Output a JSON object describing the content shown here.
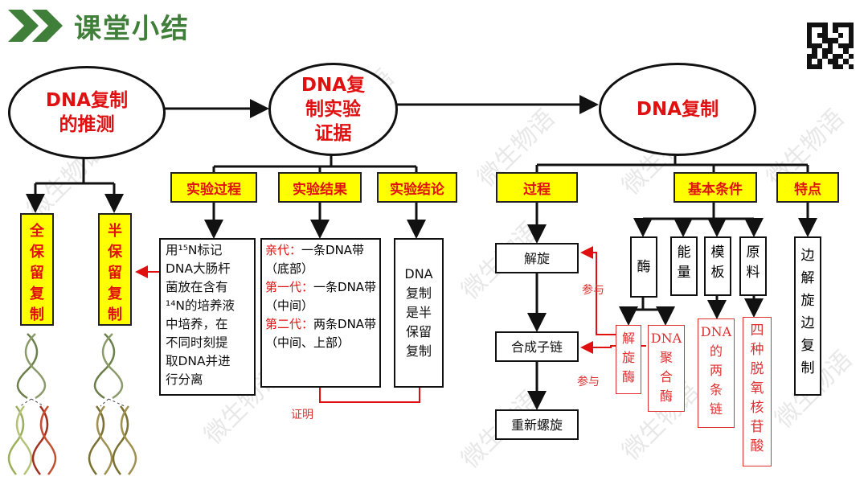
{
  "header": {
    "title": "课堂小结"
  },
  "watermark": "微生物语",
  "ellipses": {
    "speculation": "DNA复制\n的推测",
    "evidence": "DNA复\n制实验\n证据",
    "replication": "DNA复制"
  },
  "speculation": {
    "full": "全\n保\n留\n复\n制",
    "semi": "半\n保\n留\n复\n制"
  },
  "experiment": {
    "process_label": "实验过程",
    "result_label": "实验结果",
    "conclusion_label": "实验结论",
    "process_text": "用¹⁵N标记\nDNA大肠杆\n菌放在含有\n¹⁴N的培养液\n中培养，在\n不同时刻提\n取DNA并进\n行分离",
    "results": [
      {
        "k": "亲代：",
        "v": "一条DNA带（底部）"
      },
      {
        "k": "第一代：",
        "v": "一条DNA带（中间）"
      },
      {
        "k": "第二代：",
        "v": "两条DNA带（中间、上部）"
      }
    ],
    "conclusion_text": "DNA\n复制\n是半\n保留\n复制",
    "proof_label": "证明"
  },
  "replication": {
    "process_label": "过程",
    "conditions_label": "基本条件",
    "features_label": "特点",
    "steps": [
      "解旋",
      "合成子链",
      "重新螺旋"
    ],
    "participate": "参与",
    "conditions": [
      "酶",
      "能\n量",
      "模\n板",
      "原\n料"
    ],
    "enzymes": [
      "解\n旋\n酶",
      "DNA\n聚\n合\n酶"
    ],
    "template_text": "DNA\n的\n两\n条\n链",
    "material_text": "四\n种\n脱\n氧\n核\n苷\n酸",
    "feature_text": "边\n解\n旋\n边\n复\n制"
  },
  "colors": {
    "title_green": "#3f7f3a",
    "red": "#e01010",
    "yellow": "#ffff00"
  }
}
